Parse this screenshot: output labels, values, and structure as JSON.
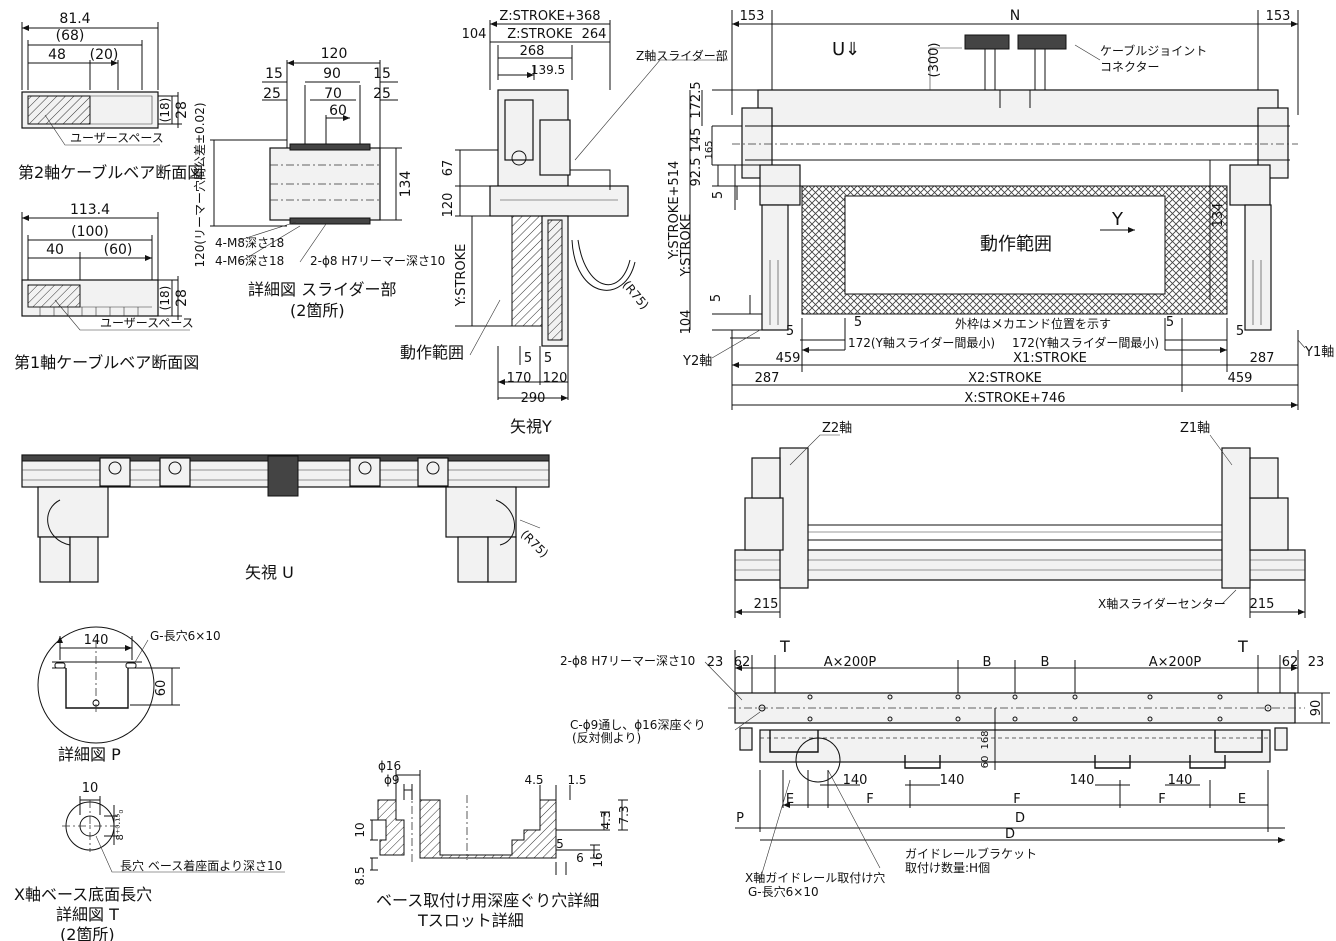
{
  "sec2": {
    "d1": "81.4",
    "d2": "(68)",
    "d3": "48",
    "d4": "(20)",
    "d5": "(18)",
    "d6": "28",
    "user": "ユーザースペース",
    "title": "第2軸ケーブルベア断面図"
  },
  "sec1": {
    "d1": "113.4",
    "d2": "(100)",
    "d3": "40",
    "d4": "(60)",
    "d5": "(18)",
    "d6": "28",
    "user": "ユーザースペース",
    "title": "第1軸ケーブルベア断面図"
  },
  "slider": {
    "d120": "120",
    "d15a": "15",
    "d90": "90",
    "d15b": "15",
    "d25a": "25",
    "d70": "70",
    "d25b": "25",
    "d60": "60",
    "d134": "134",
    "vert": "120(リーマー穴間公差±0.02)",
    "m8": "4-M8深さ18",
    "m6": "4-M6深さ18",
    "reamer": "2-ϕ8 H7リーマー深さ10",
    "title": "詳細図 スライダー部",
    "sub": "(2箇所)"
  },
  "sideY": {
    "z1": "Z:STROKE+368",
    "z2": "Z:STROKE",
    "d104": "104",
    "d264": "264",
    "d268": "268",
    "d139": "139.5",
    "zslider": "Z軸スライダー部",
    "d120": "120",
    "d67": "67",
    "ystroke": "Y:STROKE",
    "r75": "(R75)",
    "range": "動作範囲",
    "d5a": "5",
    "d5b": "5",
    "d170": "170",
    "d120b": "120",
    "d290": "290",
    "title": "矢視Y"
  },
  "top": {
    "d153a": "153",
    "n": "N",
    "d153b": "153",
    "u": "U⇓",
    "d300": "(300)",
    "cable1": "ケーブルジョイント",
    "cable2": "コネクター",
    "d172": "172.5",
    "d145": "145",
    "d92": "92.5",
    "d165": "165",
    "d5": "5",
    "ys514": "Y:STROKE+514",
    "ys": "Y:STROKE",
    "d5b": "5",
    "d104": "104",
    "y": "Y",
    "range": "動作範囲",
    "d134": "134",
    "d5c": "5",
    "d5d": "5",
    "d5e": "5",
    "d5f": "5",
    "note": "外枠はメカエンド位置を示す",
    "y2": "Y2軸",
    "y1": "Y1軸",
    "d459": "459",
    "m172a": "172(Y軸スライダー間最小)",
    "m172b": "172(Y軸スライダー間最小)",
    "x1": "X1:STROKE",
    "d287": "287",
    "x2": "X2:STROKE",
    "d459b": "459",
    "d287b": "287",
    "x": "X:STROKE+746"
  },
  "viewU": {
    "r75": "(R75)",
    "title": "矢視 U"
  },
  "front": {
    "z2": "Z2軸",
    "z1": "Z1軸",
    "d215a": "215",
    "d215b": "215",
    "xcenter": "X軸スライダーセンター"
  },
  "detP": {
    "d140": "140",
    "g": "G-長穴6×10",
    "d60": "60",
    "title": "詳細図 P"
  },
  "detT": {
    "d10": "10",
    "tol": "8⁺⁰·¹⁵₀",
    "slot": "長穴 ベース着座面より深さ10",
    "title1": "X軸ベース底面長穴",
    "title2": "詳細図 T",
    "title3": "(2箇所)"
  },
  "tslot": {
    "p16": "ϕ16",
    "p9": "ϕ9",
    "d10": "10",
    "d85": "8.5",
    "d45": "4.5",
    "d15": "1.5",
    "d43": "4.3",
    "d73": "7.3",
    "d5": "5",
    "d6": "6",
    "d16": "16",
    "title1": "ベース取付け用深座ぐり穴詳細",
    "title2": "Tスロット詳細"
  },
  "base": {
    "reamer": "2-ϕ8 H7リーマー深さ10",
    "d23a": "23",
    "d62a": "62",
    "t1": "T",
    "a1": "A×200P",
    "b1": "B",
    "b2": "B",
    "a2": "A×200P",
    "t2": "T",
    "d62b": "62",
    "d23b": "23",
    "d90": "90",
    "c1": "C-ϕ9通し、ϕ16深座ぐり",
    "c2": "(反対側より)",
    "d168": "168",
    "d60": "60",
    "d140a": "140",
    "d140b": "140",
    "d140c": "140",
    "d140d": "140",
    "e1": "E",
    "f1": "F",
    "f2": "F",
    "f3": "F",
    "e2": "E",
    "p": "P",
    "d1": "D",
    "d2": "D",
    "bracket1": "ガイドレールブラケット",
    "bracket2": "取付け数量:H個",
    "rail1": "X軸ガイドレール取付け穴",
    "rail2": "G-長穴6×10"
  }
}
